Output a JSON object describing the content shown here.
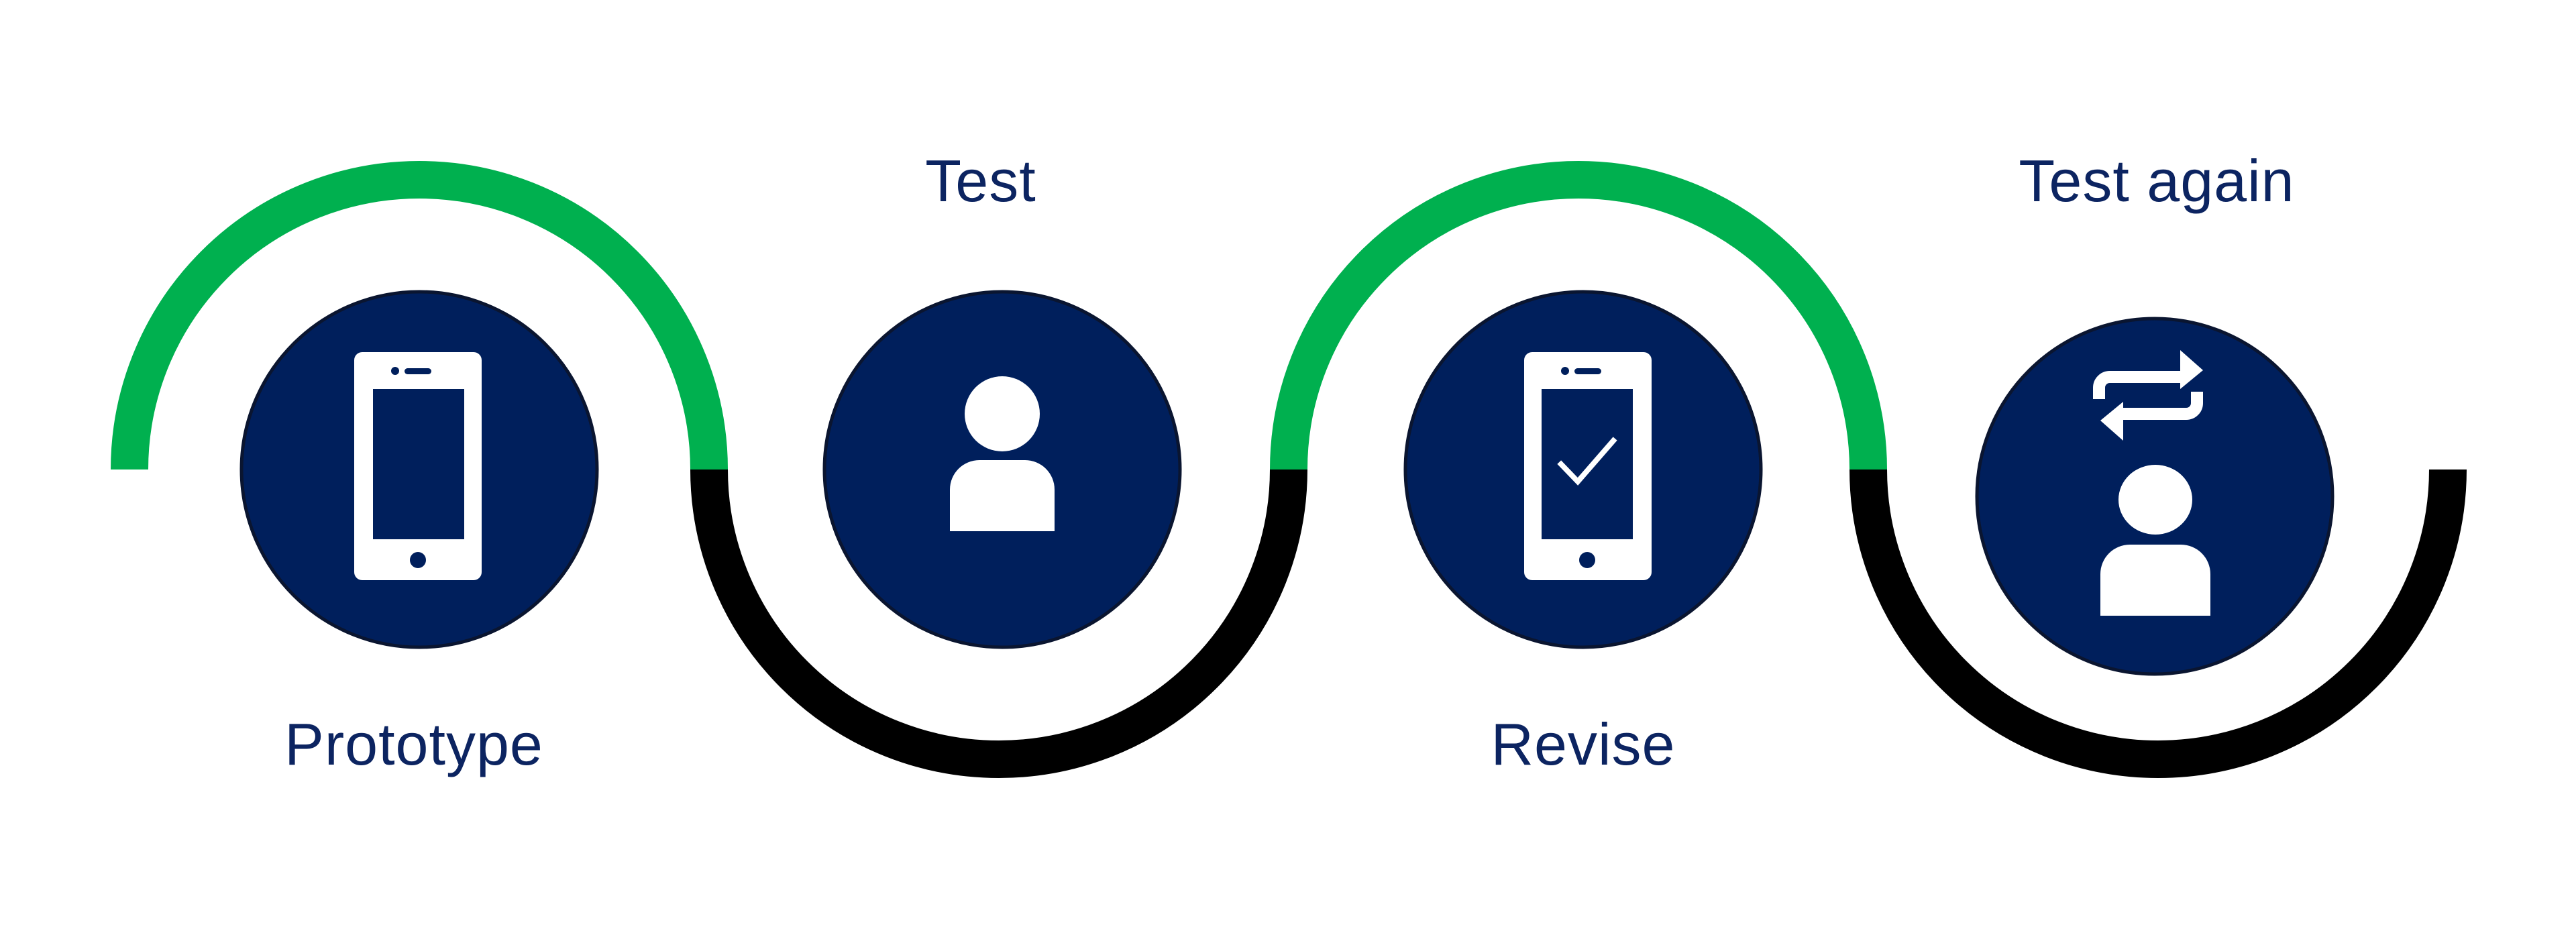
{
  "colors": {
    "navy": "#001f5c",
    "green": "#00b04f",
    "black": "#000000",
    "white": "#ffffff",
    "label": "#0c2461"
  },
  "stages": [
    {
      "label": "Prototype",
      "icon": "smartphone-icon"
    },
    {
      "label": "Test",
      "icon": "user-icon"
    },
    {
      "label": "Revise",
      "icon": "smartphone-checkmark-icon"
    },
    {
      "label": "Test again",
      "icon": "repeat-user-icon"
    }
  ]
}
